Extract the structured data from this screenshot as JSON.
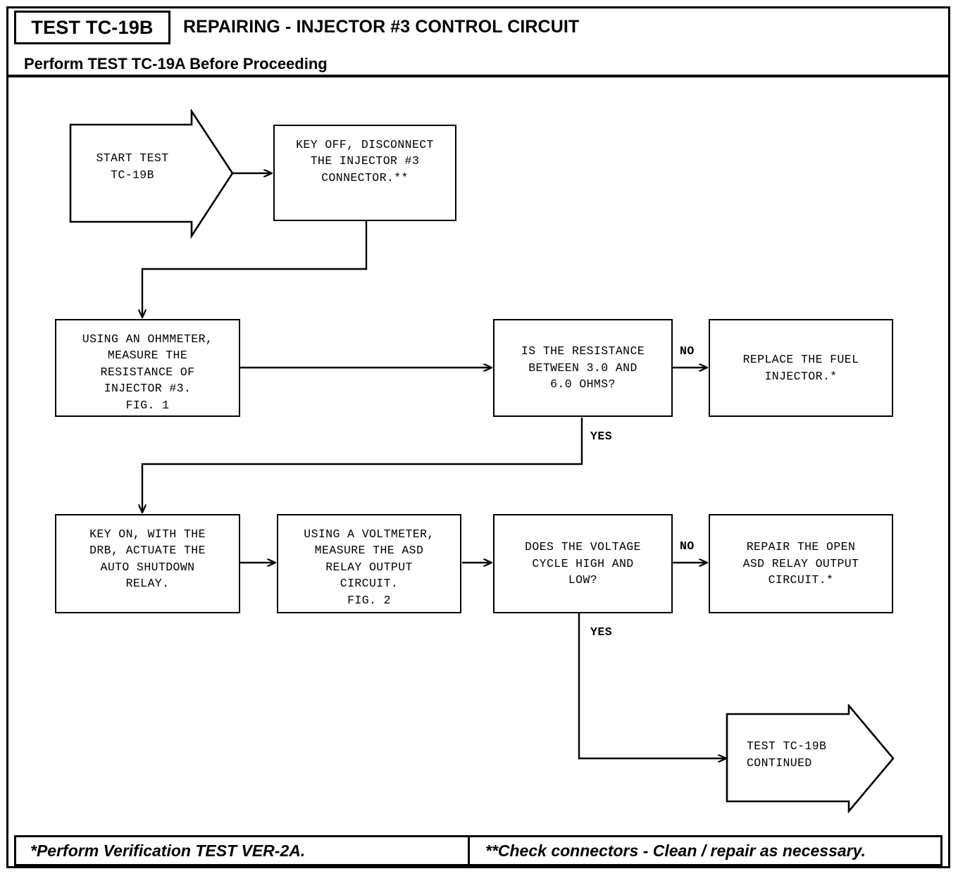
{
  "header": {
    "test_id": "TEST TC-19B",
    "title": "REPAIRING - INJECTOR #3 CONTROL CIRCUIT",
    "subtitle": "Perform TEST TC-19A Before Proceeding"
  },
  "footer": {
    "note_left": "*Perform Verification TEST VER-2A.",
    "note_right": "**Check connectors - Clean / repair as necessary."
  },
  "flowchart": {
    "start": {
      "text": "START TEST\nTC-19B"
    },
    "continued": {
      "text": "TEST TC-19B\nCONTINUED"
    },
    "nodes": [
      {
        "id": "disconnect",
        "text": "KEY OFF, DISCONNECT\nTHE INJECTOR #3\nCONNECTOR.**"
      },
      {
        "id": "ohmmeter",
        "text": "USING AN OHMMETER,\nMEASURE THE\nRESISTANCE OF\nINJECTOR #3.\nFIG. 1"
      },
      {
        "id": "resistance-q",
        "text": "IS THE RESISTANCE\nBETWEEN 3.0 AND\n6.0 OHMS?"
      },
      {
        "id": "replace-injector",
        "text": "REPLACE THE FUEL\nINJECTOR.*"
      },
      {
        "id": "key-on-asd",
        "text": "KEY ON, WITH THE\nDRB, ACTUATE THE\nAUTO SHUTDOWN\nRELAY."
      },
      {
        "id": "voltmeter",
        "text": "USING A VOLTMETER,\nMEASURE THE ASD\nRELAY OUTPUT\nCIRCUIT.\nFIG. 2"
      },
      {
        "id": "voltage-q",
        "text": "DOES THE VOLTAGE\nCYCLE HIGH AND\nLOW?"
      },
      {
        "id": "repair-asd",
        "text": "REPAIR THE OPEN\nASD RELAY OUTPUT\nCIRCUIT.*"
      }
    ],
    "edge_labels": {
      "resistance_no": "NO",
      "resistance_yes": "YES",
      "voltage_no": "NO",
      "voltage_yes": "YES"
    }
  },
  "colors": {
    "ink": "#000000",
    "paper": "#ffffff"
  }
}
